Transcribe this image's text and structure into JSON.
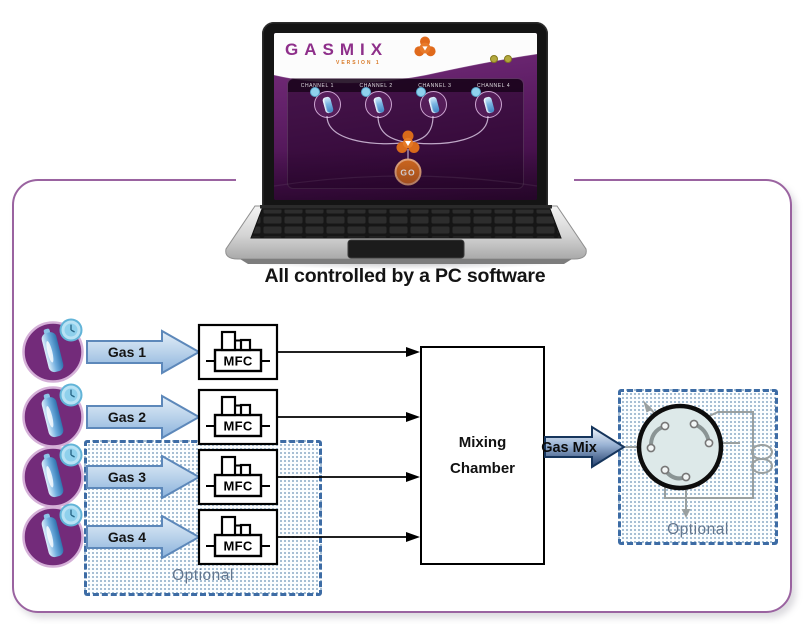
{
  "caption": "All controlled by a PC software",
  "laptop": {
    "screen": {
      "logo": "GASMIX",
      "version": "VERSION 1",
      "channels": [
        "CHANNEL 1",
        "CHANNEL 2",
        "CHANNEL 3",
        "CHANNEL 4"
      ],
      "go": "GO"
    }
  },
  "flow": {
    "gases": [
      "Gas 1",
      "Gas 2",
      "Gas 3",
      "Gas 4"
    ],
    "mfc": "MFC",
    "mixing_chamber_line1": "Mixing",
    "mixing_chamber_line2": "Chamber",
    "output_label": "Gas Mix",
    "optional_inputs_label": "Optional",
    "optional_output_label": "Optional"
  },
  "colors": {
    "frame_purple": "#9a63a0",
    "brand_purple": "#8e2f8a",
    "brand_orange": "#e06a1c",
    "arrow_blue_border": "#4f81bd",
    "dashed_blue": "#3d6ca5",
    "gasmix_navy": "#17375e"
  }
}
